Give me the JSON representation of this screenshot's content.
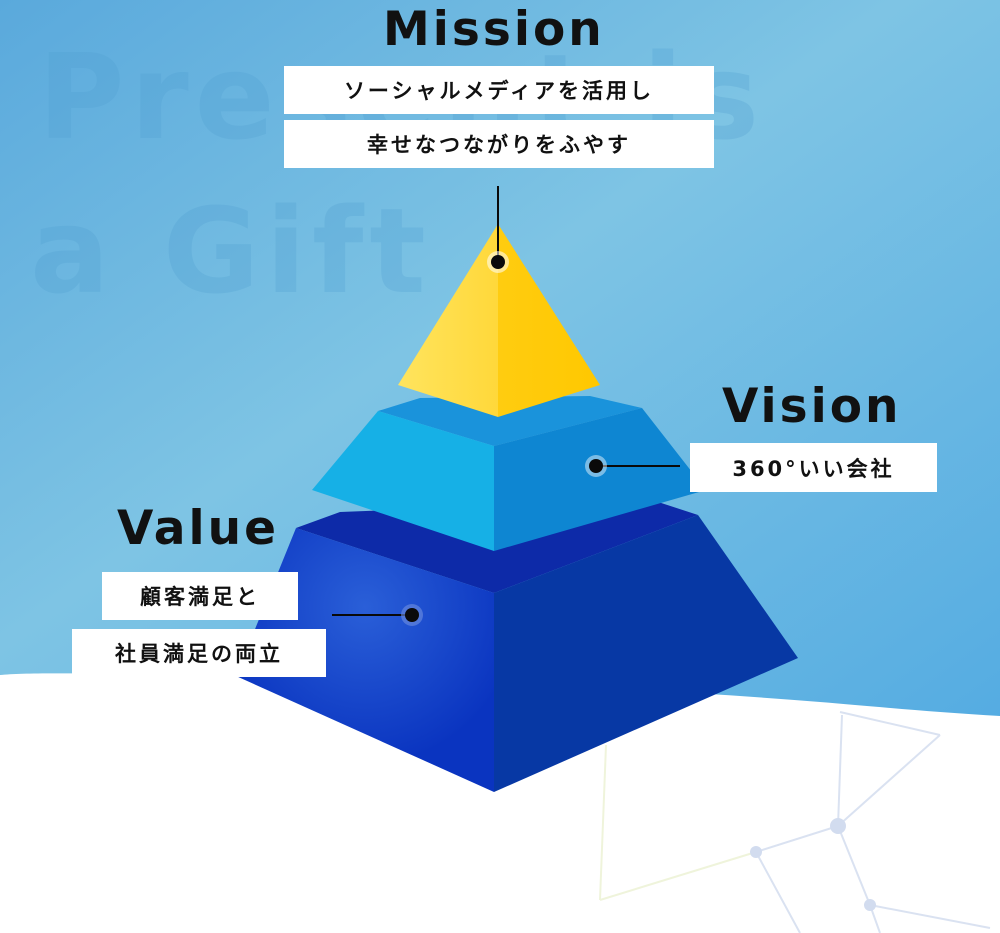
{
  "background": {
    "watermark": "Present is a Gift",
    "watermark_line1": "Present is",
    "watermark_line2": "a Gift"
  },
  "mission": {
    "title": "Mission",
    "lines": [
      "ソーシャルメディアを活用し",
      "幸せなつながりをふやす"
    ]
  },
  "vision": {
    "title": "Vision",
    "lines": [
      "360°いい会社"
    ]
  },
  "value": {
    "title": "Value",
    "lines": [
      "顧客満足と",
      "社員満足の両立"
    ]
  },
  "colors": {
    "sky_light": "#7ec4e4",
    "sky_blue": "#55ace2",
    "mission_light": "#ffe04d",
    "mission_dark": "#ffc800",
    "vision_left": "#16b0e6",
    "vision_right": "#0e86d2",
    "vision_top": "#1a93db",
    "value_left": "#0a34c0",
    "value_right": "#0738a4",
    "value_top": "#0d2aa8",
    "text": "#111111",
    "marker": "#0a0a0a"
  }
}
